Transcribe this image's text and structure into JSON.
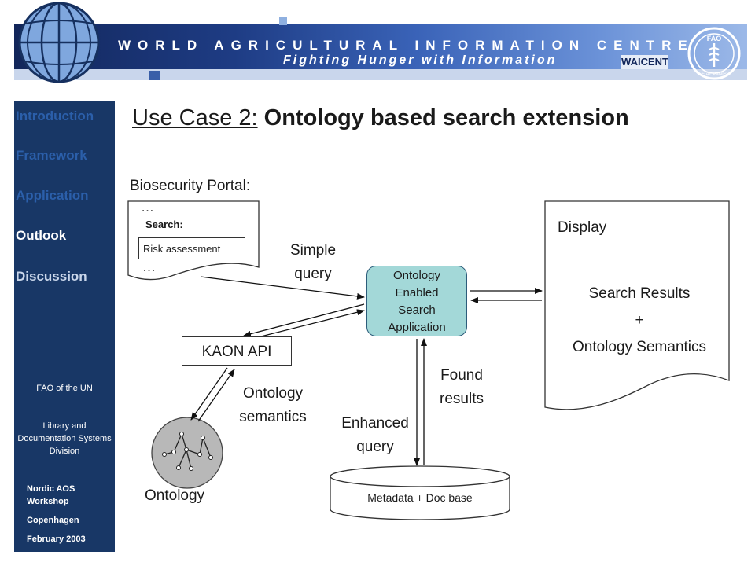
{
  "banner": {
    "title": "WORLD AGRICULTURAL INFORMATION CENTRE",
    "subtitle": "Fighting Hunger with Information",
    "badge": "WAICENT",
    "logo_text": "FAO",
    "motto": "FIAT PANIS"
  },
  "sidebar": {
    "items": [
      {
        "label": "Introduction",
        "active": false
      },
      {
        "label": "Framework",
        "active": false
      },
      {
        "label": "Application",
        "active": false
      },
      {
        "label": "Outlook",
        "active": true
      },
      {
        "label": "Discussion",
        "active": false
      }
    ],
    "org": "FAO of the UN",
    "division": "Library and Documentation Systems Division",
    "event": "Nordic AOS Workshop",
    "place": "Copenhagen",
    "date": "February 2003"
  },
  "title": {
    "prefix": "Use Case 2:",
    "main": "Ontology based search extension"
  },
  "diagram": {
    "portal_label": "Biosecurity Portal:",
    "ellipsis": "…",
    "search_label": "Search:",
    "search_value": "Risk assessment",
    "simple_query": [
      "Simple",
      "query"
    ],
    "center_box": [
      "Ontology",
      "Enabled",
      "Search",
      "Application"
    ],
    "display_title": "Display",
    "display_lines": [
      "Search Results",
      "+",
      "Ontology Semantics"
    ],
    "kaon": "KAON API",
    "ontology_semantics": [
      "Ontology",
      "semantics"
    ],
    "ontology": "Ontology",
    "found_results": [
      "Found",
      "results"
    ],
    "enhanced_query": [
      "Enhanced",
      "query"
    ],
    "database": "Metadata + Doc base"
  }
}
